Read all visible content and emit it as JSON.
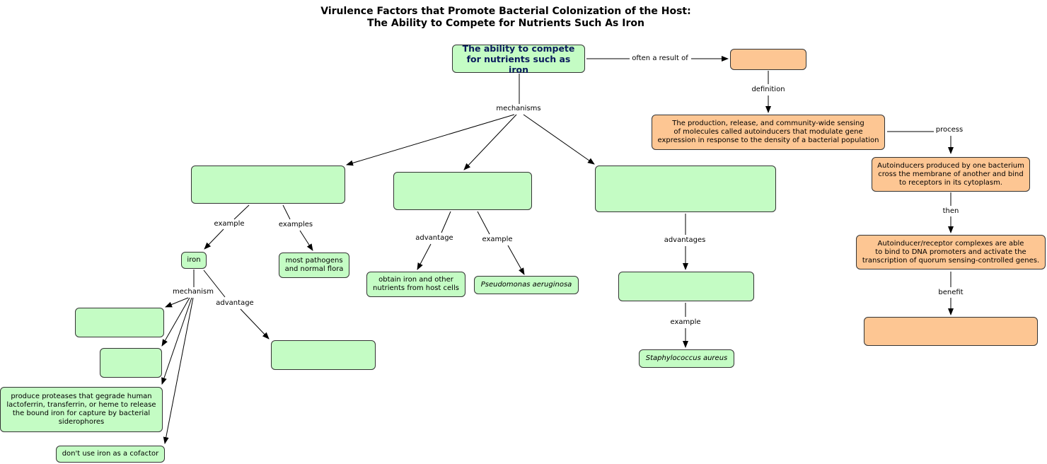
{
  "title": {
    "line1": "Virulence Factors that Promote Bacterial Colonization of the Host:",
    "line2": "The Ability to Compete for Nutrients Such As Iron"
  },
  "colors": {
    "green_node": "#c4fcc4",
    "orange_node": "#fdc693",
    "main_text": "#0a1a5c",
    "border": "#333333"
  },
  "nodes": {
    "main": "The ability to compete\nfor nutrients such as iron",
    "qs_blank": "",
    "qs_definition": "The production, release, and community-wide sensing\nof molecules called autoinducers that modulate gene\nexpression in response to the density of a bacterial population",
    "qs_step1": "Autoinducers produced by one bacterium\ncross the membrane of another and bind\nto receptors in its cytoplasm.",
    "qs_step2": "Autoinducer/receptor complexes are able\nto bind to DNA promoters and activate the\ntranscription of quorum sensing-controlled genes.",
    "qs_benefit_blank": "",
    "mech1_blank": "",
    "mech2_blank": "",
    "mech3_blank": "",
    "iron": "iron",
    "pathogens": "most pathogens\nand normal flora",
    "obtain_iron": "obtain iron and other\nnutrients from host cells",
    "pseudomonas": "Pseudomonas aeruginosa",
    "mech3_adv_blank": "",
    "staph": "Staphylococcus aureus",
    "iron_mech_blank1": "",
    "iron_mech_blank2": "",
    "proteases": "produce proteases that gegrade human\nlactoferrin, transferrin, or heme to release\nthe bound iron for capture by bacterial\nsiderophores",
    "no_iron": "don't use iron as a cofactor",
    "iron_adv_blank": ""
  },
  "links": {
    "often": "often a result of",
    "definition": "definition",
    "process": "process",
    "then": "then",
    "benefit": "benefit",
    "mechanisms": "mechanisms",
    "example1": "example",
    "examples": "examples",
    "advantage1": "advantage",
    "example2": "example",
    "advantages": "advantages",
    "example3": "example",
    "mechanism": "mechanism",
    "advantage2": "advantage"
  }
}
